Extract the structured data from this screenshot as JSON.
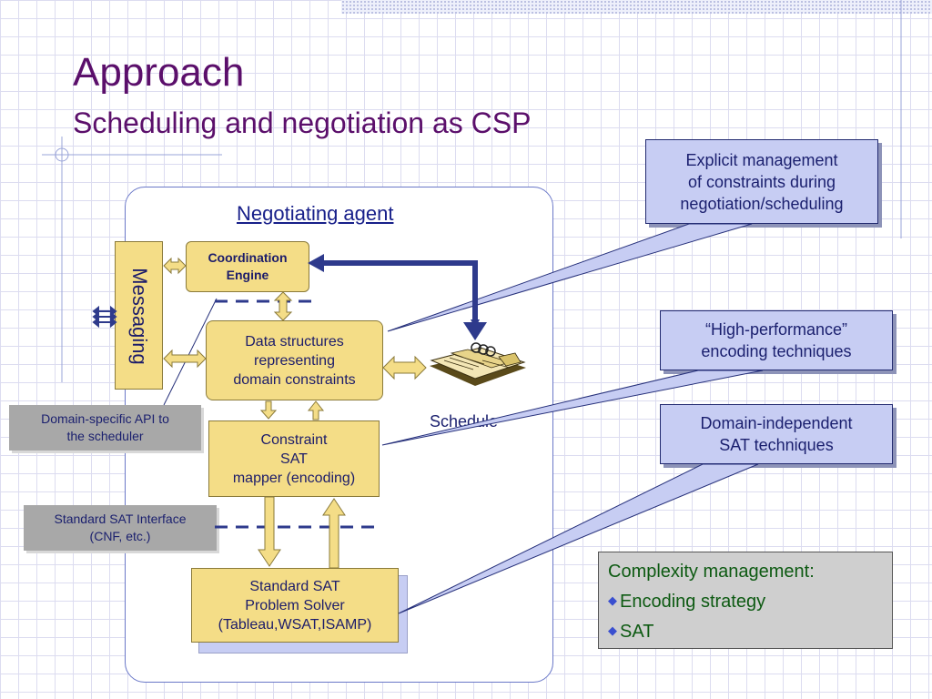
{
  "slide": {
    "title": "Approach",
    "subtitle": "Scheduling and negotiation as CSP"
  },
  "diagram": {
    "agent_label": "Negotiating agent",
    "messaging": "Messaging",
    "coordination_engine": [
      "Coordination",
      "Engine"
    ],
    "data_structures": [
      "Data structures",
      "representing",
      "domain constraints"
    ],
    "constraint_mapper": [
      "Constraint",
      "SAT",
      "mapper (encoding)"
    ],
    "sat_solver": [
      "Standard SAT",
      "Problem Solver",
      "(Tableau,WSAT,ISAMP)"
    ],
    "schedule": "Schedule"
  },
  "callouts": {
    "explicit_management": [
      "Explicit management",
      "of constraints during",
      "negotiation/scheduling"
    ],
    "high_performance": [
      "“High-performance”",
      "encoding techniques"
    ],
    "domain_independent": [
      "Domain-independent",
      "SAT techniques"
    ],
    "domain_specific_api": [
      "Domain-specific API to",
      "the scheduler"
    ],
    "standard_sat_interface": [
      "Standard SAT Interface",
      "(CNF, etc.)"
    ]
  },
  "complexity": {
    "heading": "Complexity management:",
    "items": [
      "Encoding strategy",
      "SAT"
    ]
  },
  "colors": {
    "title": "#5b0f6b",
    "box_fill": "#f4dd87",
    "callout_fill": "#c7cdf3",
    "label_gray": "#a8a8a8",
    "arrow_navy": "#2e3a8c"
  }
}
